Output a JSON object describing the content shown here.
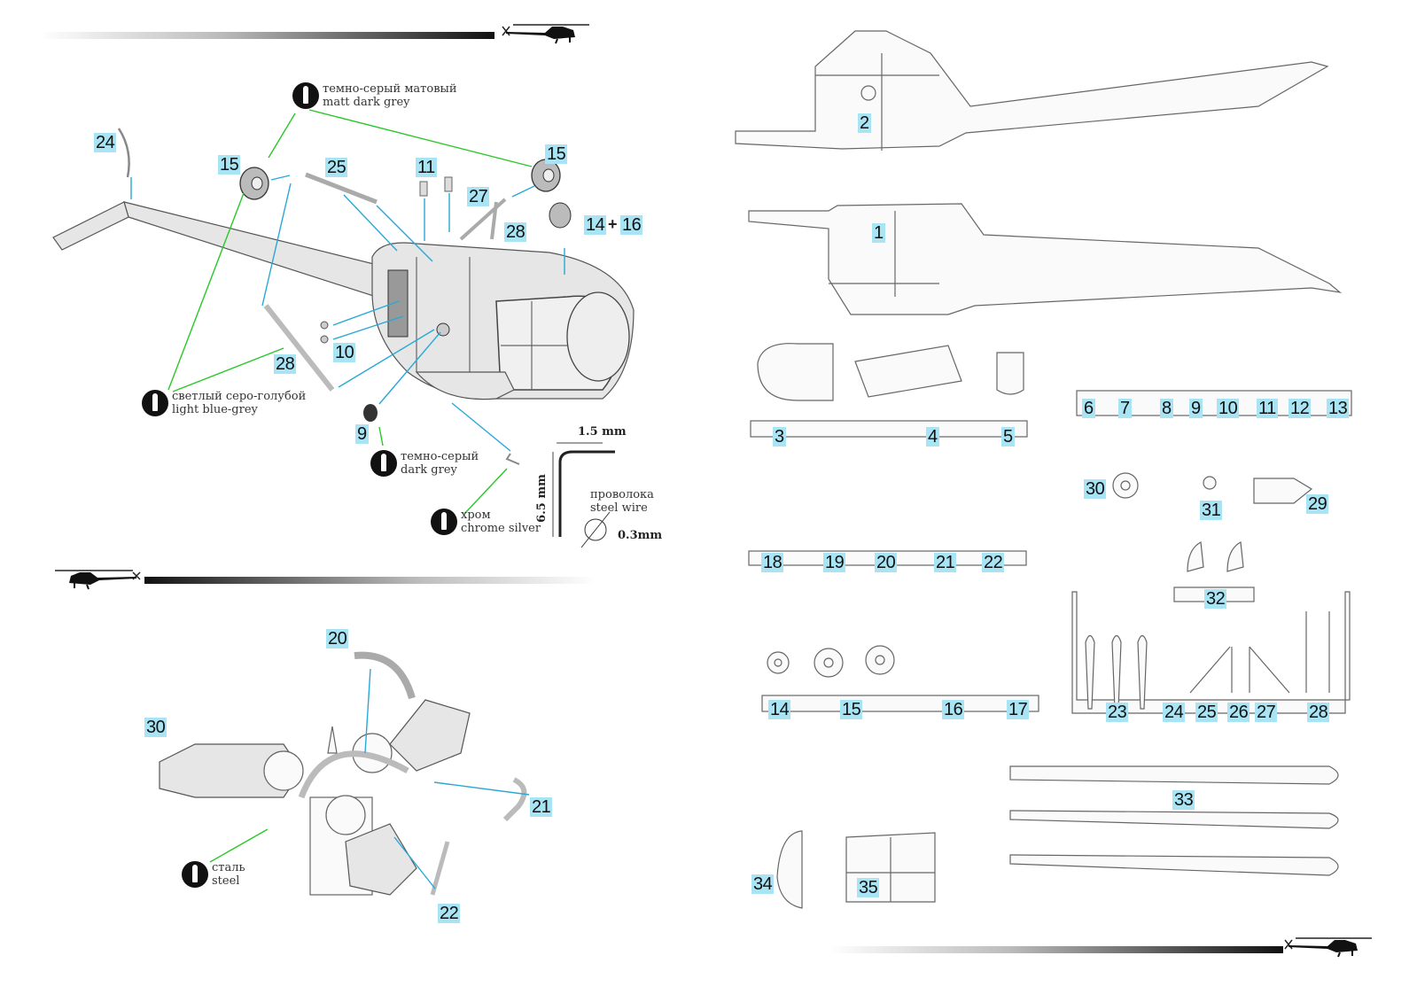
{
  "header_bars": {
    "top_left": "gradient-bar",
    "mid_left": "gradient-bar",
    "bottom_right": "gradient-bar"
  },
  "icons": {
    "helicopter": "helicopter-silhouette-icon",
    "paint": "paint-drop-icon"
  },
  "colors": {
    "badge": "#a8e4f4",
    "arrow_blue": "#29a8d6",
    "arrow_green": "#28c828"
  },
  "assembly_main": {
    "labels": [
      "24",
      "15",
      "25",
      "11",
      "15",
      "27",
      "14",
      "16",
      "28",
      "10",
      "28",
      "9"
    ],
    "plus": "+",
    "paints": [
      {
        "ru": "темно-серый матовый",
        "en": "matt dark grey"
      },
      {
        "ru": "светлый серо-голубой",
        "en": "light blue-grey"
      },
      {
        "ru": "темно-серый",
        "en": "dark grey"
      },
      {
        "ru": "хром",
        "en": "chrome silver"
      }
    ],
    "wire": {
      "width": "1.5 mm",
      "height": "6.5 mm",
      "ru": "проволока",
      "en": "steel wire",
      "diameter": "0.3mm"
    }
  },
  "assembly_engine": {
    "labels": [
      "20",
      "30",
      "21",
      "22"
    ],
    "paint": {
      "ru": "сталь",
      "en": "steel"
    }
  },
  "parts_sheet": {
    "fuselage_halves": [
      "2",
      "1"
    ],
    "sprue_a": [
      "3",
      "4",
      "5"
    ],
    "sprue_b": [
      "6",
      "7",
      "8",
      "9",
      "10",
      "11",
      "12",
      "13"
    ],
    "rotor_parts": [
      "30",
      "31",
      "29"
    ],
    "sprue_c": [
      "18",
      "19",
      "20",
      "21",
      "22"
    ],
    "seats": [
      "32"
    ],
    "sprue_d": [
      "14",
      "15",
      "16",
      "17"
    ],
    "sprue_e": [
      "23",
      "24",
      "25",
      "26",
      "27",
      "28"
    ],
    "blades": [
      "33"
    ],
    "windows": [
      "34",
      "35"
    ]
  }
}
